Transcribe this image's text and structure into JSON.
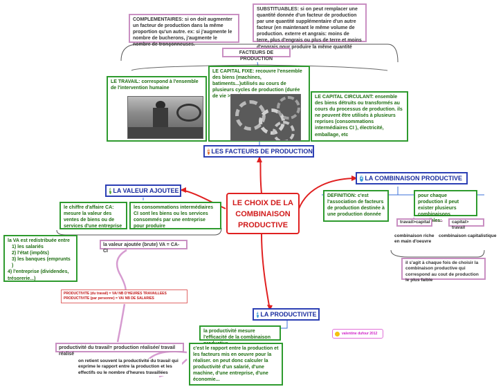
{
  "central_topic": "LE CHOIX DE LA COMBINAISON PRODUCTIVE",
  "branches": {
    "facteurs": {
      "label": "LES FACTEURS DE PRODUCTION",
      "icon": "number-1-icon"
    },
    "combinaison": {
      "label": "LA COMBINAISON PRODUCTIVE",
      "icon": "number-2-icon"
    },
    "valeur": {
      "label": "LA VALEUR AJOUTEE",
      "icon": "number-4-icon"
    },
    "productivite": {
      "label": "LA PRODUCTIVITE",
      "icon": "number-3-icon"
    }
  },
  "facteurs": {
    "title": "FACTEURS DE PRODUCTION",
    "complementaires": "COMPLEMENTAIRES: si on doit augmenter un facteur de production dans la même proportion qu'un autre. ex: si j'augmente le nombre de bucherons, j'augmente le nombre de tronçonneuses.",
    "substituables": "SUBSTITUABLES: si on peut remplacer une quantité donnée d'un facteur de production par une quantité supplémentaire d'un autre facteur (en maintenant le même volume de production. exterre et angrais: moins de terre, plus d'engrais ou plus de terre et moins d'engrais pour produire la même quantité",
    "travail": "LE TRAVAIL: correspond à l'ensemble de l'intervention humaine",
    "capital_fixe": "LE CAPITAL FIXE: recouvre l'ensemble des biens (machines, batiments...)utilisés au cours de plusieurs cycles de production (durée de vie >1 an)",
    "capital_circulant": "LE CAPITAL CIRCULANT: ensemble des biens détruits ou transformés au cours du processus de production. ils ne peuvent être utilisés à plusieurs reprises (consommations intermédiaires CI ), électricité, emballage, etc"
  },
  "combinaison": {
    "definition": "DEFINITION: c'est l'association de facteurs de production destinée à une production donnée",
    "plusieurs": "pour chaque production il peut exister plusieurs combinaisons possibles:",
    "travail_capital": "travail>capital",
    "capital_travail": "capital> travail",
    "riche_main": "combinaison riche en main d'oeuvre",
    "capitalistique": "combinaison capitalistique",
    "choisir": "il s'agit à chaque fois de choisir la combinaison productive qui correspond au cout de production le plus faible"
  },
  "valeur": {
    "ca": "le chiffre d'affaire CA: mesure la valeur des ventes de biens ou de services d'une entreprise",
    "ci": "les consommations intermédiaires CI sont les biens ou les services consommés par une entreprise pour produire",
    "formule": "la valeur ajoutée (brute) VA = CA-CI",
    "redistribution_title": "la VA est redistribuée entre",
    "redistribution_items": [
      "1) les salariés",
      "2) l'état (impôts)",
      "3) les banques (emprunts )",
      "4) l'entreprise (dividendes, trésorerie...)"
    ]
  },
  "productivite": {
    "formule_travail": "PRODUCTIVITE (du travail) = VA/ NB D'HEURES TRAVAILLEES",
    "formule_personne": "PRODUCTIVITE (par personne) = VA/ NB DE SALARIES",
    "mesure": "la productivité mesure l'efficacité de la combinaison productive",
    "rapport": "c'est le rapport entre la production et les facteurs mis en oeuvre pour la réaliser. on peut donc calculer la productivité d'un salarié, d'une machine, d'une entreprise, d'une économie...",
    "definition_travail": "productivité du travail= production réalisée/ travail réalisé",
    "on_retient": "on retient souvent la productivité du travail qui exprime le rapport entre la production et les effectifs ou le nombre d'heures travaillées"
  },
  "author": "valentine dufour 2012",
  "colors": {
    "center": "#e02020",
    "branch": "#2b3fb4",
    "green": "#2d9a2d",
    "pink": "#c98fc2"
  }
}
